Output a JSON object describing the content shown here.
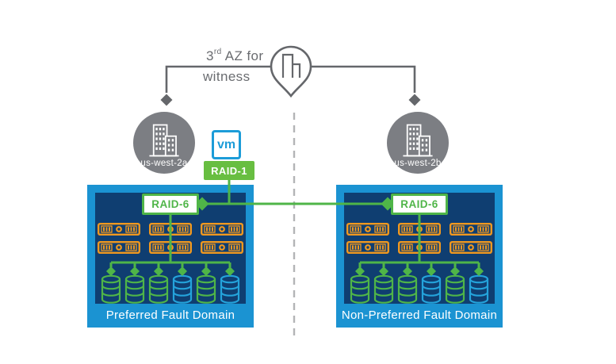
{
  "witness": {
    "line1_num": "3",
    "line1_sup": "rd",
    "line1_rest": " AZ for",
    "line2": "witness"
  },
  "zones": {
    "left": "us-west-2a",
    "right": "us-west-2b"
  },
  "vm_label": "vm",
  "raid1_label": "RAID-1",
  "fault_domains": [
    {
      "raid_label": "RAID-6",
      "name": "Preferred Fault Domain",
      "server_count": 6,
      "disk_pattern": [
        "green",
        "green",
        "green",
        "blue",
        "green",
        "blue"
      ]
    },
    {
      "raid_label": "RAID-6",
      "name": "Non-Preferred Fault Domain",
      "server_count": 6,
      "disk_pattern": [
        "green",
        "green",
        "green",
        "blue",
        "green",
        "blue"
      ]
    }
  ],
  "colors": {
    "green": "#4FB548",
    "raid1_green": "#68BE41",
    "orange": "#F0981F",
    "box_blue": "#1B93D2",
    "navy": "#0F3E71",
    "disk_blue": "#24A3DB",
    "vm_blue": "#1C9CD8",
    "circle_gray": "#7C7E83",
    "line_gray": "#65676B",
    "dash_gray": "#B3B4B6",
    "text_gray": "#6A6C70"
  }
}
